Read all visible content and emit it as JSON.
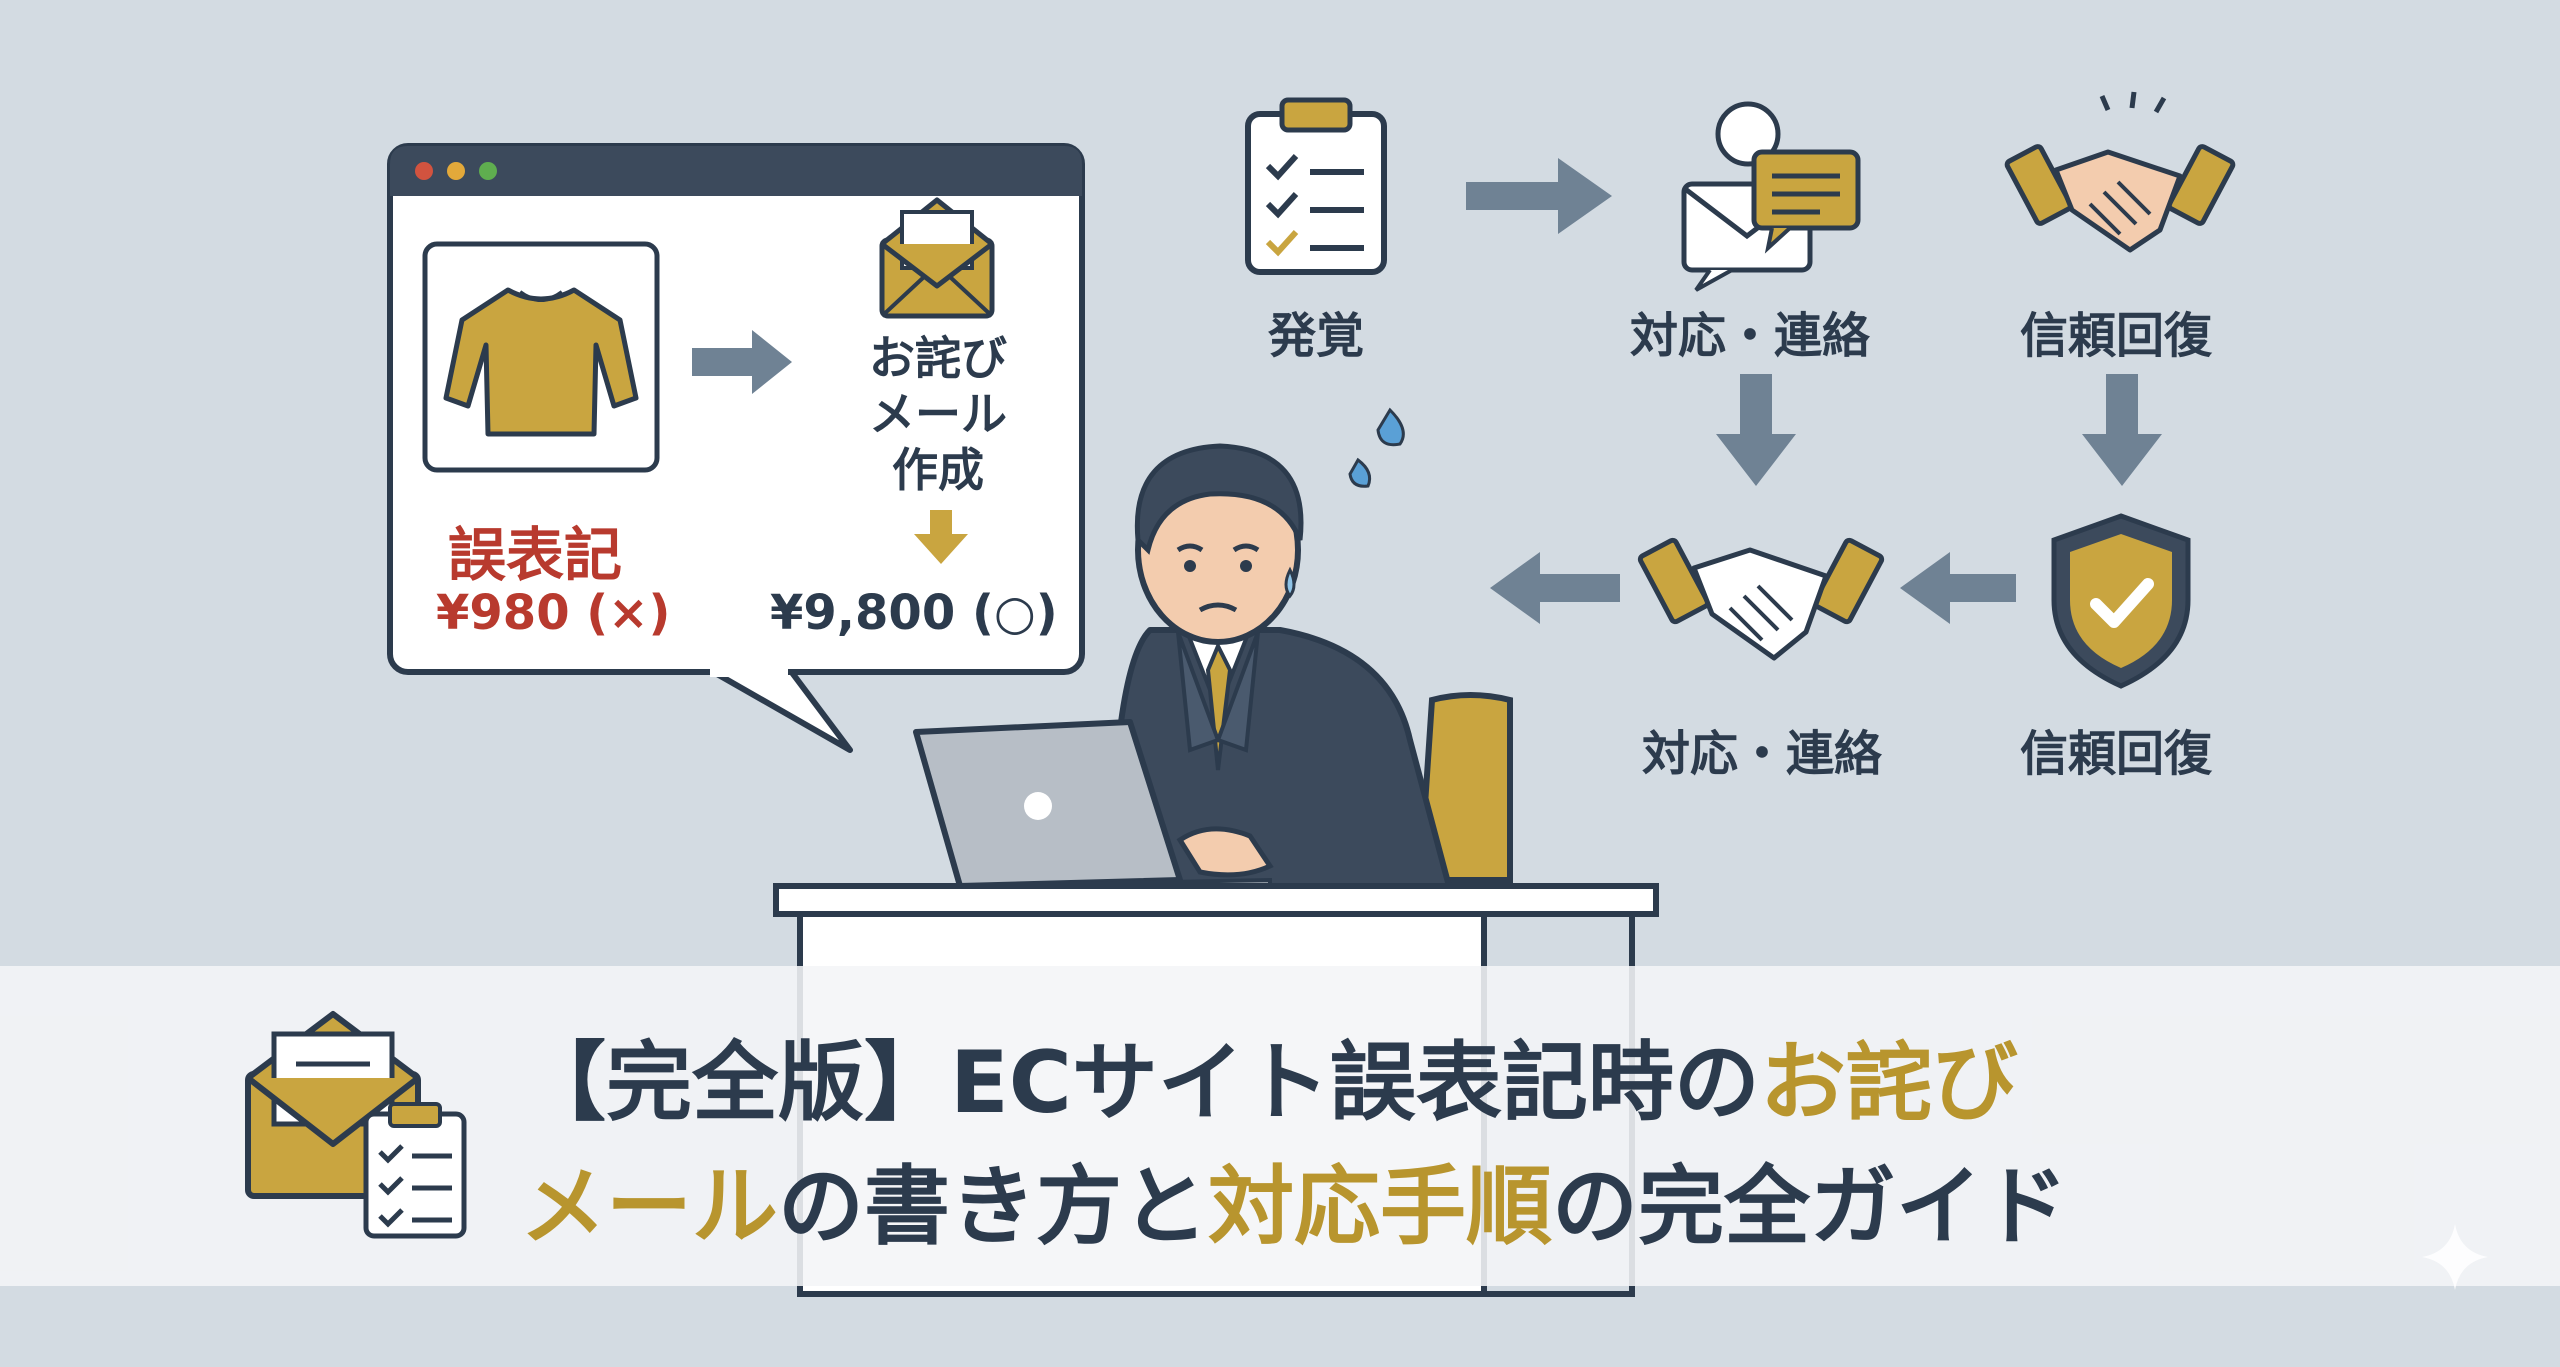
{
  "colors": {
    "background": "#d3dbe2",
    "navy": "#2c3b4d",
    "gold": "#c9a540",
    "error_red": "#b83a2e",
    "arrow": "#6f8294"
  },
  "browser": {
    "error_label": "誤表記",
    "wrong_price": "¥980 (×)",
    "email_lines": [
      "お詫び",
      "メール",
      "作成"
    ],
    "correct_price": "¥9,800 (○)"
  },
  "flow": {
    "discovery": "発覚",
    "response_dot": "対応・連絡",
    "trust_top": "信頼回復",
    "response_bottom": "対応・連絡",
    "trust_bottom": "信頼回復"
  },
  "banner": {
    "line1_plain": "【完全版】ECサイト誤表記時の",
    "line1_gold": "お詫び",
    "line2_gold1": "メール",
    "line2_plain1": "の書き方と",
    "line2_gold2": "対応手順",
    "line2_plain2": "の完全ガイド"
  },
  "icons": [
    "browser-window-icon",
    "sweater-icon",
    "envelope-icon",
    "clipboard-checklist-icon",
    "chat-envelope-icon",
    "handshake-icon",
    "shield-check-icon",
    "laptop-icon",
    "sparkle-icon"
  ]
}
